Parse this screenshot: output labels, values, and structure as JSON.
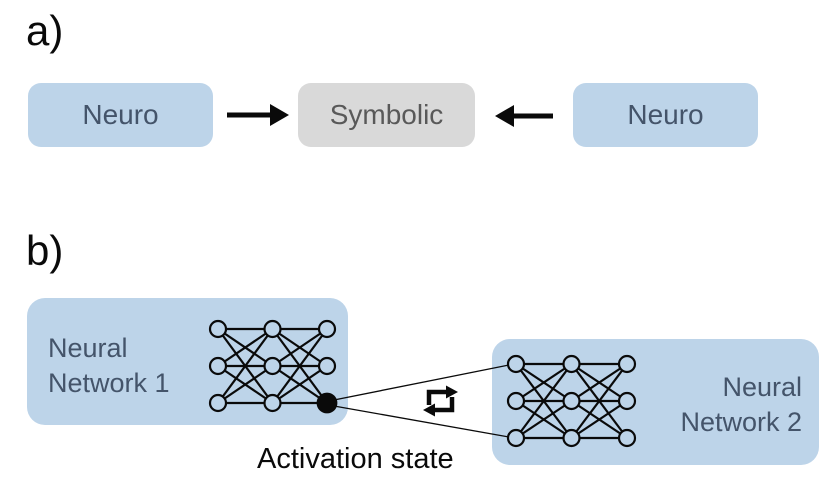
{
  "colors": {
    "box_blue": "#bdd4e9",
    "box_gray": "#d9d9d9",
    "text_dark_blue": "#44546a",
    "text_gray": "#595959",
    "ink": "#0a0a0a"
  },
  "panel_a": {
    "label": "a)",
    "left_box_label": "Neuro",
    "center_box_label": "Symbolic",
    "right_box_label": "Neuro"
  },
  "panel_b": {
    "label": "b)",
    "network1": {
      "line1": "Neural",
      "line2": "Network 1",
      "layers": [
        3,
        3,
        3
      ],
      "highlighted_node": "bottom-right-output"
    },
    "network2": {
      "line1": "Neural",
      "line2": "Network 2",
      "layers": [
        3,
        3,
        3
      ]
    },
    "activation_label": "Activation state"
  }
}
